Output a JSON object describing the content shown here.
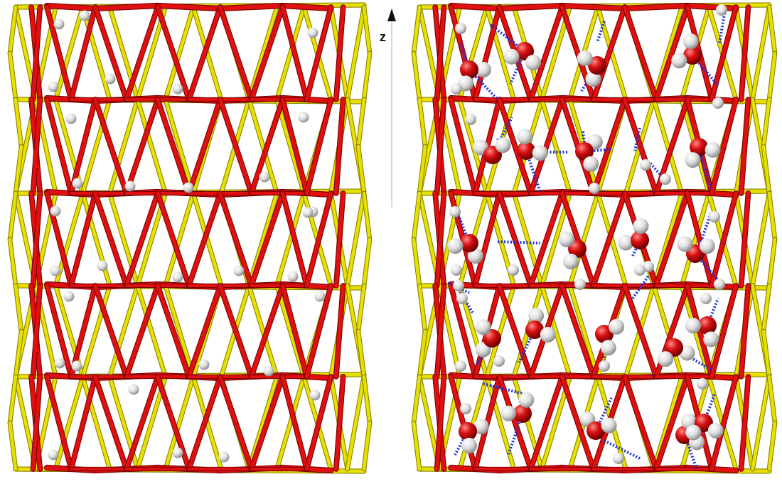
{
  "axis": {
    "label": "z"
  },
  "colors": {
    "outer_frame": "#e8e000",
    "outer_frame_dark": "#8a8400",
    "inner_frame": "#e01010",
    "inner_frame_dark": "#7a0000",
    "oxygen": "#d81010",
    "hydrogen": "#e6e6e6",
    "hbond": "#1a2fe0"
  },
  "panels": [
    {
      "name": "left",
      "content": "bare-nanotube-with-surface-hydrogens"
    },
    {
      "name": "right",
      "content": "nanotube-with-water-molecules-and-hbonds"
    }
  ]
}
